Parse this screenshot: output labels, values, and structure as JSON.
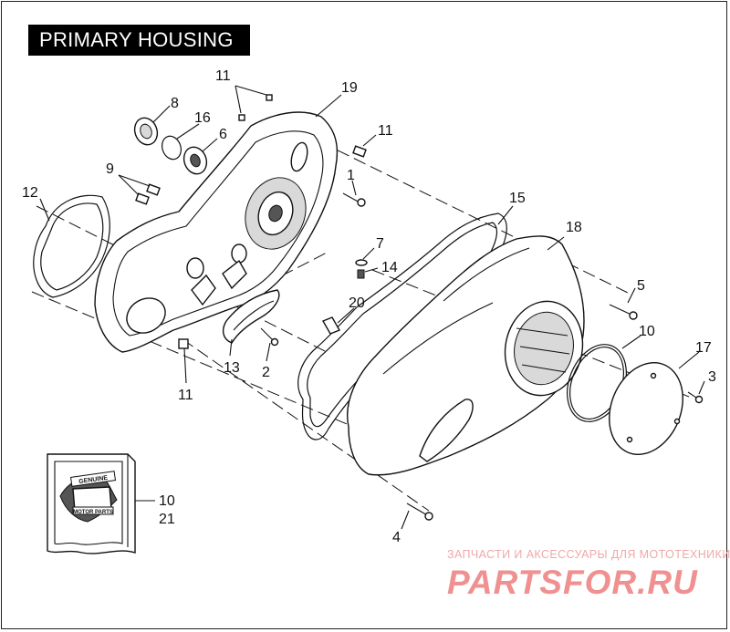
{
  "title": "PRIMARY HOUSING",
  "callouts": {
    "c1": "1",
    "c2": "2",
    "c3": "3",
    "c4": "4",
    "c5": "5",
    "c6": "6",
    "c7": "7",
    "c8": "8",
    "c9": "9",
    "c10a": "10",
    "c10b": "10",
    "c11a": "11",
    "c11b": "11",
    "c11c": "11",
    "c12": "12",
    "c13": "13",
    "c14": "14",
    "c15": "15",
    "c16": "16",
    "c17": "17",
    "c18": "18",
    "c19": "19",
    "c20": "20",
    "c21": "21"
  },
  "package_label": {
    "badge_top": "GENUINE",
    "badge_bottom": "MOTOR PARTS"
  },
  "watermark": {
    "line1": "ЗАПЧАСТИ И АКСЕССУАРЫ ДЛЯ МОТОТЕХНИКИ",
    "line2": "PARTSFOR.RU"
  }
}
